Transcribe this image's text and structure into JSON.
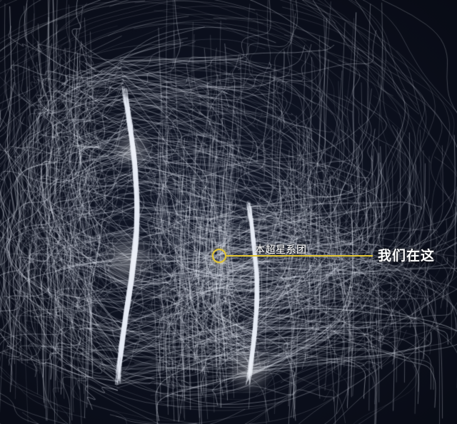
{
  "image": {
    "subject": "laniakea-supercluster-flow-lines",
    "background_color": "#0b0f1c",
    "line_color": "#ffffff",
    "accent_color": "#e3c634"
  },
  "labels": {
    "supercluster": "本超星系团",
    "here": "我们在这"
  }
}
